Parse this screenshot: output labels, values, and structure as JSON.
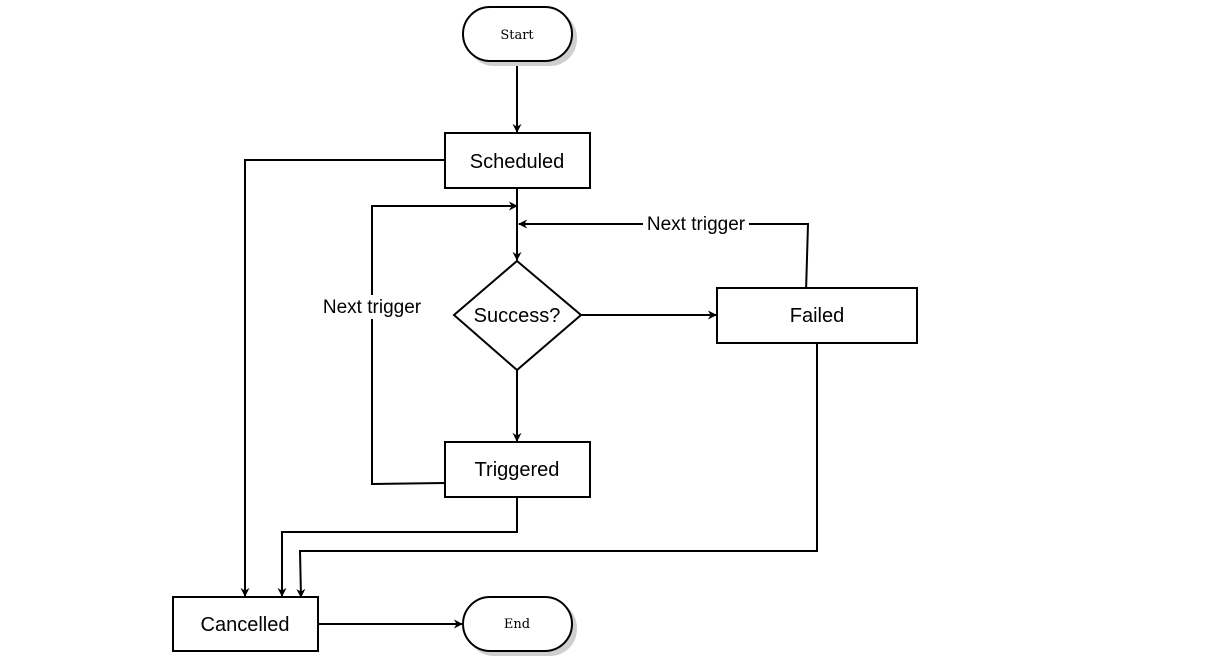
{
  "nodes": {
    "start": "Start",
    "scheduled": "Scheduled",
    "success": "Success?",
    "failed": "Failed",
    "triggered": "Triggered",
    "cancelled": "Cancelled",
    "end": "End"
  },
  "edge_labels": {
    "failed_to_loop": "Next trigger",
    "triggered_to_loop": "Next trigger"
  }
}
